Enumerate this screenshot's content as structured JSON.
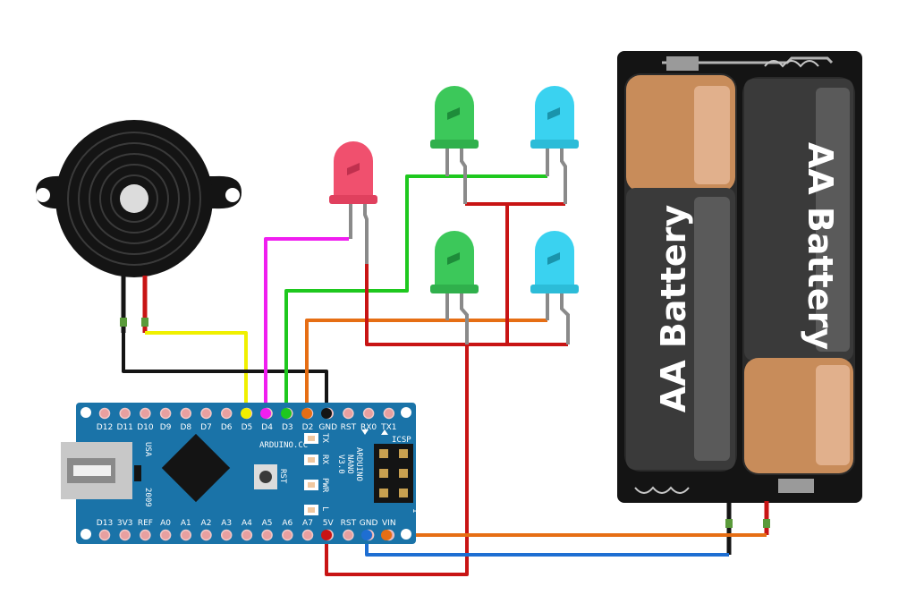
{
  "board": {
    "top_pins": [
      "D12",
      "D11",
      "D10",
      "D9",
      "D8",
      "D7",
      "D6",
      "D5",
      "D4",
      "D3",
      "D2",
      "GND",
      "RST",
      "RX0",
      "TX1"
    ],
    "bottom_pins": [
      "D13",
      "3V3",
      "REF",
      "A0",
      "A1",
      "A2",
      "A3",
      "A4",
      "A5",
      "A6",
      "A7",
      "5V",
      "RST",
      "GND",
      "VIN"
    ],
    "brand": "ARDUINO.CC",
    "model": [
      "ARDUINO",
      "NANO",
      "V3.0"
    ],
    "usa": "USA",
    "year": "2009",
    "rst": "RST",
    "icsp": "ICSP",
    "led_labels": [
      "TX",
      "RX",
      "PWR",
      "L"
    ],
    "icsp_marker": "1"
  },
  "battery": {
    "label_left": "AA Battery",
    "label_right": "AA Battery"
  },
  "colors": {
    "board": "#1a73a8",
    "red_led": "#f0506e",
    "green_led": "#3cc85a",
    "blue_led": "#3ad2f0",
    "wire_yellow": "#f0f000",
    "wire_magenta": "#f01ef0",
    "wire_green": "#1ec81e",
    "wire_orange": "#e66e14",
    "wire_red": "#c81414",
    "wire_black": "#141414",
    "wire_blue": "#1e6ed2"
  }
}
